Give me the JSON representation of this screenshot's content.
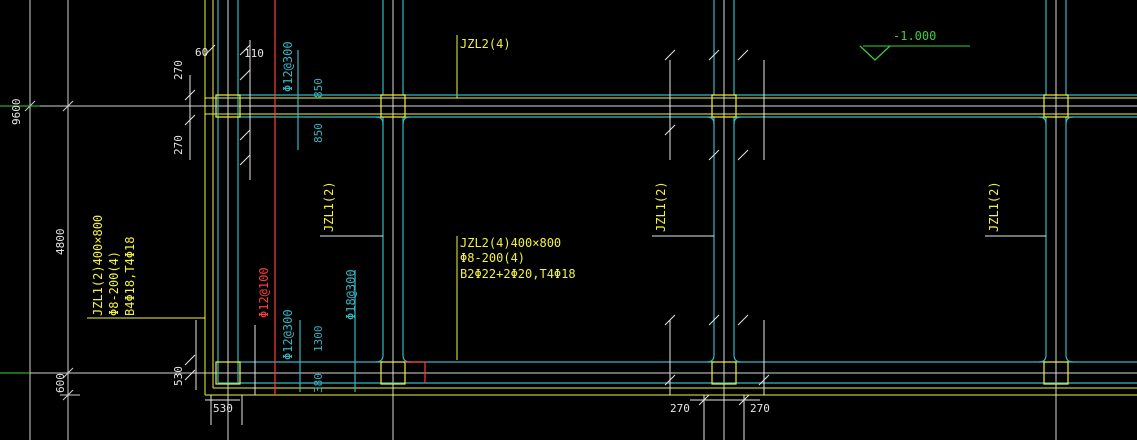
{
  "colors": {
    "background": "#000000",
    "beam_outline": "#f2f23c",
    "beam_edge": "#35b6c4",
    "axis": "#e6e6e6",
    "dimension": "#cfcfcf",
    "level": "#3ccf3c",
    "rebar_red": "#ff3b3b"
  },
  "level_mark": "-1.000",
  "beam_labels": {
    "top_beam": "JZL2(4)",
    "mid_beam_lines": [
      "JZL2(4)400×800",
      "Φ8-200(4)",
      "B2Φ22+2Φ20,T4Φ18"
    ],
    "left_beam_lines": [
      "JZL1(2)400×800",
      "Φ8-200(4)",
      "B4Φ18,T4Φ18"
    ],
    "vertical_beam_1": "JZL1(2)",
    "vertical_beam_2": "JZL1(2)",
    "vertical_beam_3": "JZL1(2)"
  },
  "rebar_labels": {
    "top_cyan": "Φ12@300",
    "left_red": "Φ12@100",
    "left_cyan": "Φ12@300",
    "mid_cyan": "Φ18@300"
  },
  "dimensions": {
    "d9600": "9600",
    "d4800": "4800",
    "d600": "600",
    "d270_a": "270",
    "d270_b": "270",
    "d270_c": "270",
    "d270_d": "270",
    "d60": "60",
    "d110": "110",
    "d850_a": "850",
    "d850_b": "850",
    "d1300": "1300",
    "d380": "380",
    "d530_a": "530",
    "d530_b": "530"
  }
}
